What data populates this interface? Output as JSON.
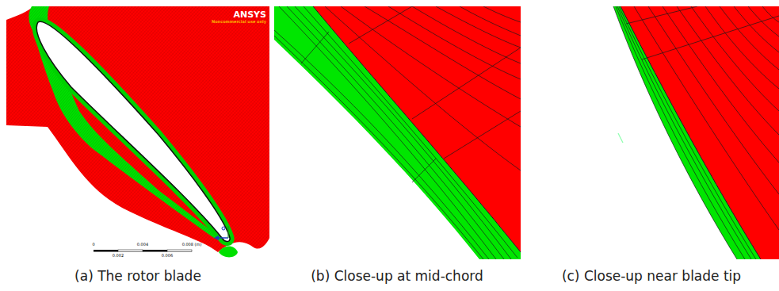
{
  "diagram": {
    "labels": [
      "ANSYS",
      "Noncommercial use only",
      "0",
      "0.004",
      "0.008 (m)",
      "0.002",
      "0.006",
      "(a) The rotor blade",
      "(b) Close-up at mid-chord",
      "(c) Close-up near blade tip"
    ]
  }
}
